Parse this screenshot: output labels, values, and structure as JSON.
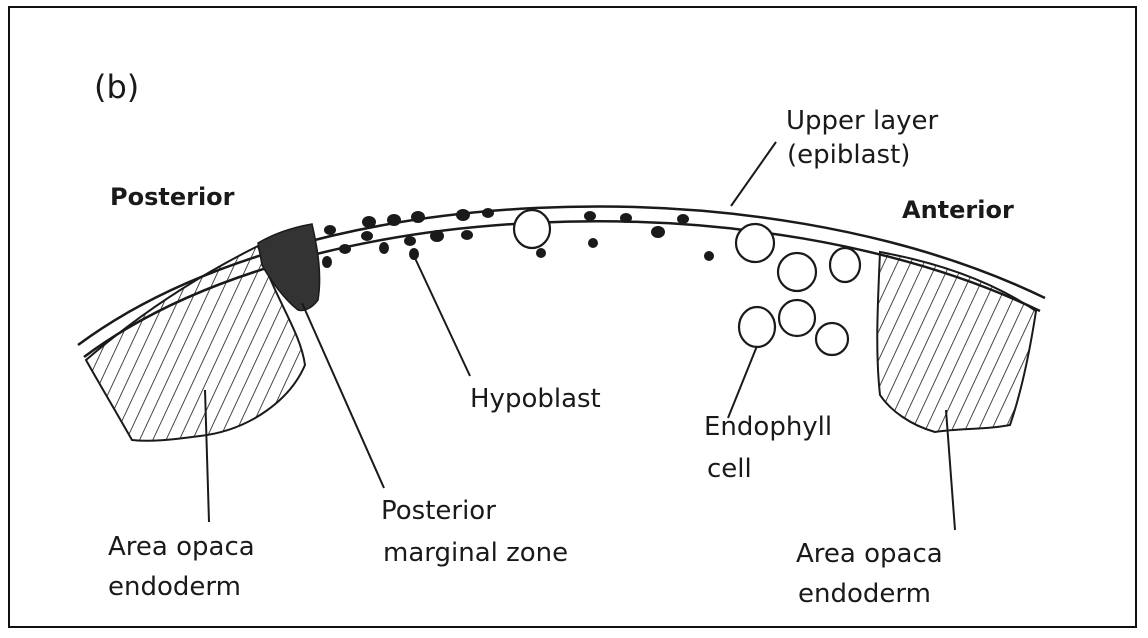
{
  "panel_label": "(b)",
  "labels": {
    "posterior": "Posterior",
    "anterior": "Anterior",
    "upper_layer_line1": "Upper layer",
    "upper_layer_line2": "(epiblast)",
    "hypoblast": "Hypoblast",
    "endophyll_line1": "Endophyll",
    "endophyll_line2": "cell",
    "pmz_line1": "Posterior",
    "pmz_line2": "marginal zone",
    "aoe_left_line1": "Area opaca",
    "aoe_left_line2": "endoderm",
    "aoe_right_line1": "Area opaca",
    "aoe_right_line2": "endoderm"
  },
  "colors": {
    "ink": "#1a1a1a",
    "marginal_zone_fill": "#333333"
  }
}
